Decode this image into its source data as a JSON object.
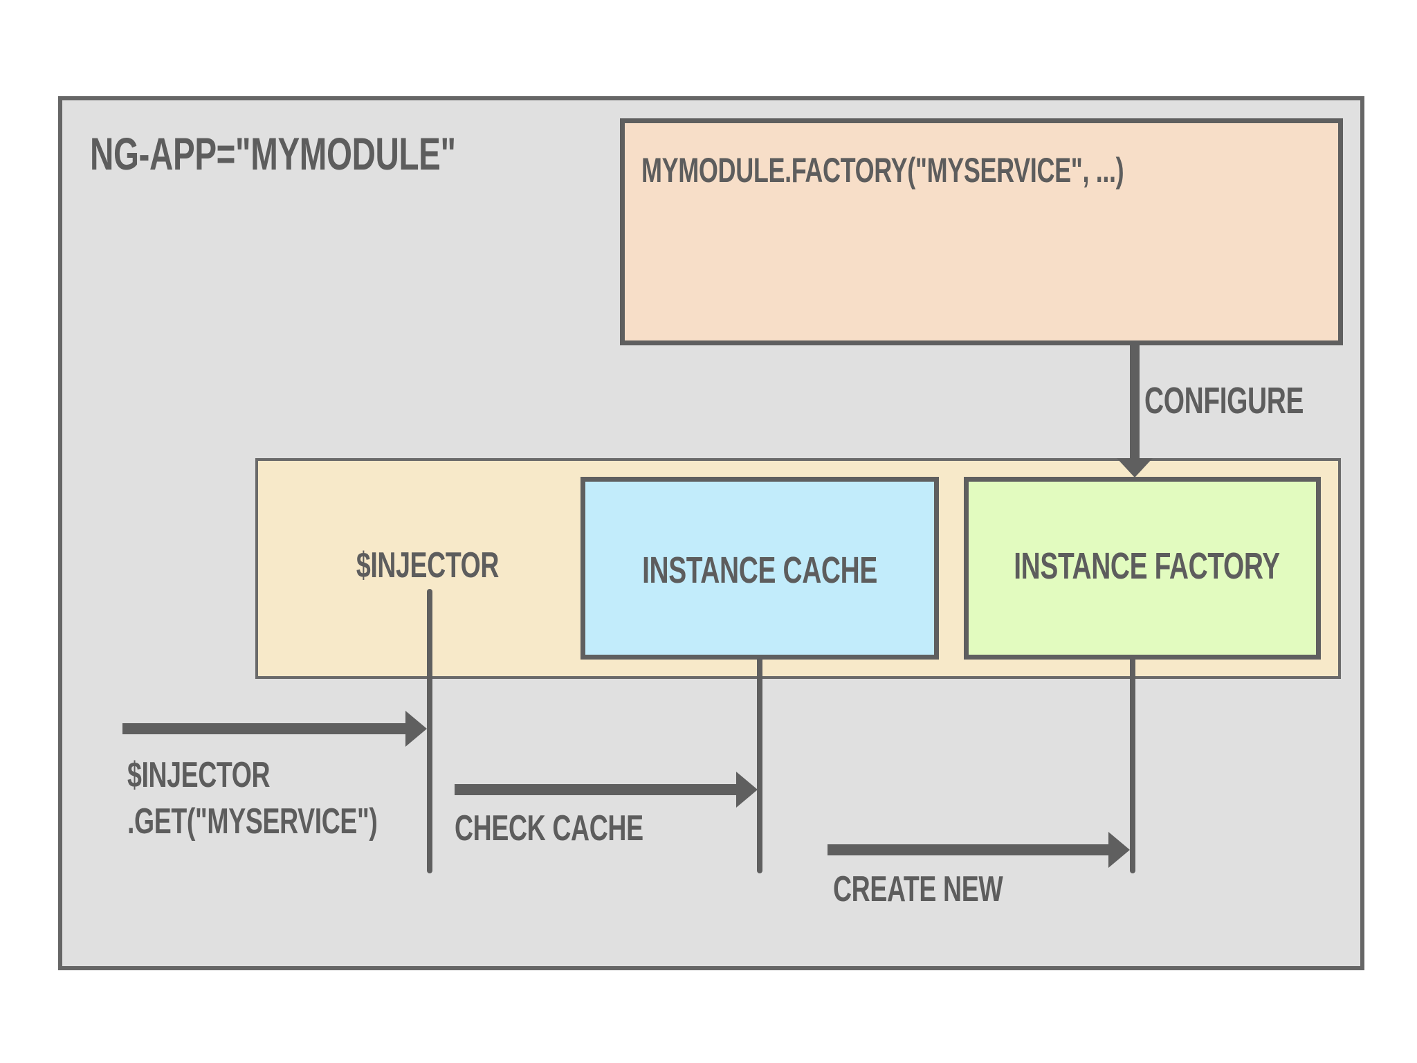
{
  "diagram": {
    "app_label": "NG-APP=\"MYMODULE\"",
    "factory_label": "MYMODULE.FACTORY(\"MYSERVICE\", ...)",
    "configure_label": "CONFIGURE",
    "injector_label": "$INJECTOR",
    "instance_cache_label": "INSTANCE CACHE",
    "instance_factory_label": "INSTANCE FACTORY",
    "call_line1": "$INJECTOR",
    "call_line2": ".GET(\"MYSERVICE\")",
    "check_cache_label": "CHECK CACHE",
    "create_new_label": "CREATE NEW"
  },
  "colors": {
    "outer_fill": "#e0e0e0",
    "factory_fill": "#f7dec8",
    "injector_fill": "#f7e9c9",
    "cache_fill": "#c2ecfb",
    "instance_factory_fill": "#e2fbbf",
    "stroke": "#5f5f5f"
  }
}
